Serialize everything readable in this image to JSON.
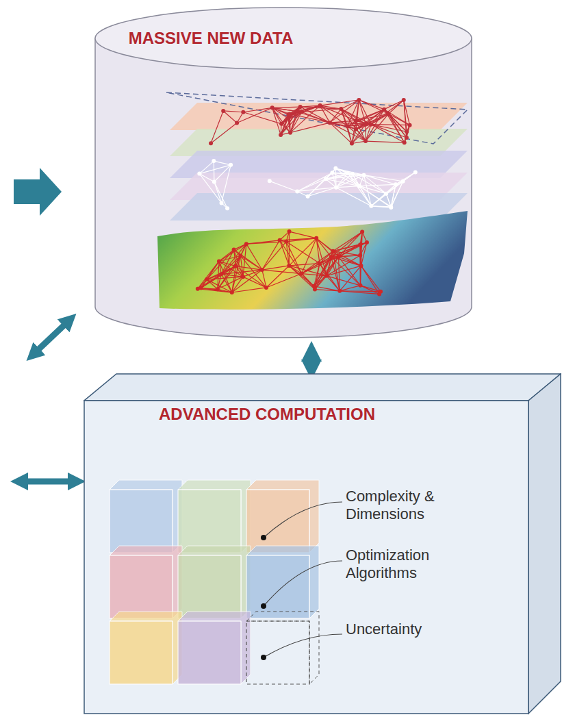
{
  "diagram": {
    "nodes": [
      {
        "text": [
          "MASSIVE NEW DATA"
        ]
      },
      {
        "text": [
          "ADVANCED COMPUTATION"
        ]
      }
    ],
    "edges": [
      {
        "from": 0,
        "to": 1,
        "arrow": "both"
      }
    ],
    "labels": [
      "Complexity & Dimensions",
      "Optimization Algorithms",
      "Uncertainty"
    ]
  }
}
